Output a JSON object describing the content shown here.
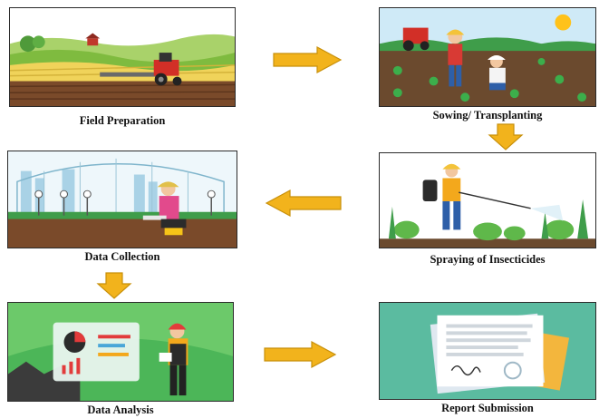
{
  "steps": [
    {
      "label": "Field Preparation",
      "icon": "tractor-field-illustration"
    },
    {
      "label": "Sowing/ Transplanting",
      "icon": "farmers-planting-illustration"
    },
    {
      "label": "Spraying of Insecticides",
      "icon": "farmer-spraying-illustration"
    },
    {
      "label": "Data Collection",
      "icon": "greenhouse-sensors-illustration"
    },
    {
      "label": "Data Analysis",
      "icon": "dashboard-analyst-illustration"
    },
    {
      "label": "Report Submission",
      "icon": "report-documents-illustration"
    }
  ],
  "colors": {
    "arrow_fill": "#f2b31c",
    "arrow_stroke": "#c8900a",
    "frame": "#2b2b2b"
  }
}
